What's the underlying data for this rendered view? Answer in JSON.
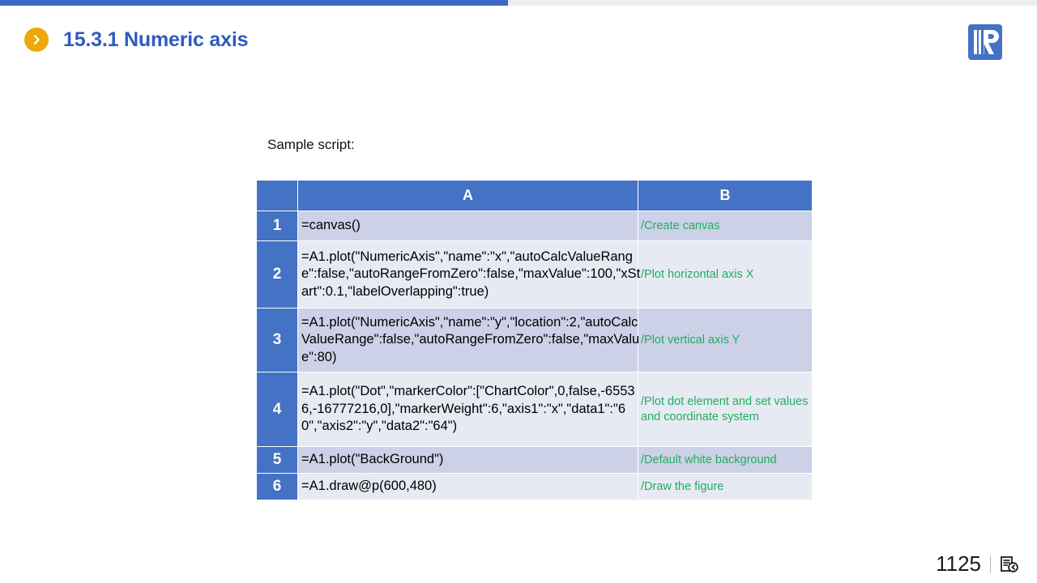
{
  "header": {
    "title": "15.3.1 Numeric axis",
    "bullet_icon": "chevron-right-circle-icon",
    "logo_icon": "brand-r-logo",
    "title_color": "#2f5bc0",
    "bullet_color": "#efa80c"
  },
  "progress": {
    "percent": 49,
    "fill_color": "#3b6ac4",
    "track_color": "#ededed"
  },
  "body": {
    "sample_label": "Sample script:"
  },
  "table": {
    "header_color": "#4472c4",
    "comment_color": "#1faf5c",
    "columns": [
      "",
      "A",
      "B"
    ],
    "rows": [
      {
        "num": "1",
        "a": "=canvas()",
        "b": "/Create canvas"
      },
      {
        "num": "2",
        "a": "=A1.plot(\"NumericAxis\",\"name\":\"x\",\"autoCalcValueRange\":false,\"autoRangeFromZero\":false,\"maxValue\":100,\"xStart\":0.1,\"labelOverlapping\":true)",
        "b": "/Plot horizontal axis X"
      },
      {
        "num": "3",
        "a": "=A1.plot(\"NumericAxis\",\"name\":\"y\",\"location\":2,\"autoCalcValueRange\":false,\"autoRangeFromZero\":false,\"maxValue\":80)",
        "b": "/Plot vertical axis Y"
      },
      {
        "num": "4",
        "a": "=A1.plot(\"Dot\",\"markerColor\":[\"ChartColor\",0,false,-65536,-16777216,0],\"markerWeight\":6,\"axis1\":\"x\",\"data1\":\"60\",\"axis2\":\"y\",\"data2\":\"64\")",
        "b": "/Plot dot element and set values and coordinate system"
      },
      {
        "num": "5",
        "a": "=A1.plot(\"BackGround\")",
        "b": "/Default white background"
      },
      {
        "num": "6",
        "a": "=A1.draw@p(600,480)",
        "b": "/Draw the figure"
      }
    ]
  },
  "footer": {
    "page_number": "1125",
    "icon": "document-back-icon"
  }
}
